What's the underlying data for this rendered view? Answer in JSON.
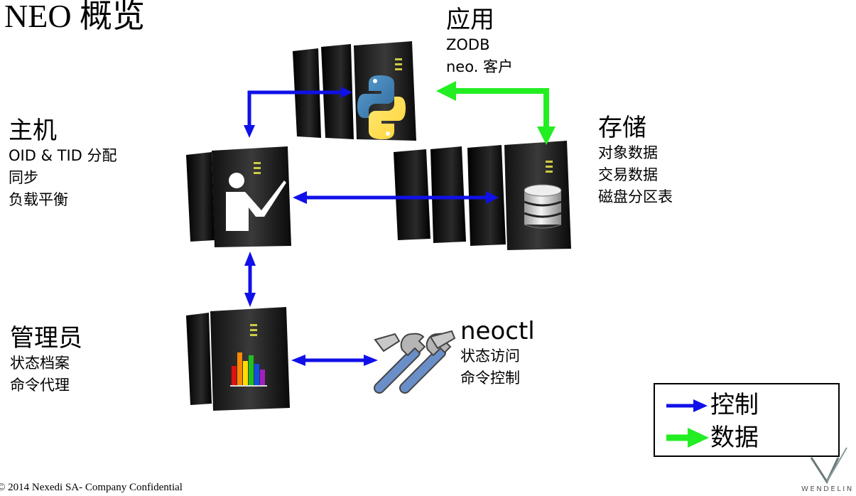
{
  "title": "NEO 概览",
  "nodes": {
    "application": {
      "heading": "应用",
      "lines": [
        "ZODB",
        "neo. 客户"
      ]
    },
    "master": {
      "heading": "主机",
      "lines": [
        "OID & TID 分配",
        "同步",
        "负载平衡"
      ]
    },
    "storage": {
      "heading": "存储",
      "lines": [
        "对象数据",
        "交易数据",
        "磁盘分区表"
      ]
    },
    "admin": {
      "heading": "管理员",
      "lines": [
        "状态档案",
        "命令代理"
      ]
    },
    "neoctl": {
      "heading": "neoctl",
      "lines": [
        "状态访问",
        "命令控制"
      ]
    }
  },
  "legend": {
    "control": {
      "label": "控制",
      "color": "#1010e8"
    },
    "data": {
      "label": "数据",
      "color": "#22ee22"
    }
  },
  "icons": [
    "python-logo-icon",
    "teacher-icon",
    "database-icon",
    "bar-chart-icon",
    "tools-icon",
    "wendelin-logo-icon"
  ],
  "footer": "© 2014 Nexedi SA- Company Confidential",
  "brand": "WENDELIN"
}
